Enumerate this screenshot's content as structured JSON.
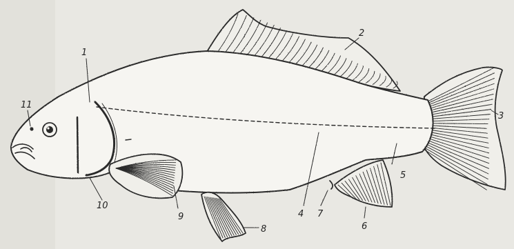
{
  "labels": {
    "l1": "1",
    "l2": "2",
    "l3": "3",
    "l4": "4",
    "l5": "5",
    "l6": "6",
    "l7": "7",
    "l8": "8",
    "l9": "9",
    "l10": "10",
    "l11": "11"
  },
  "colors": {
    "paper": "#e9e8e3",
    "body": "#f6f5f1",
    "ink": "#2a2a2a"
  }
}
